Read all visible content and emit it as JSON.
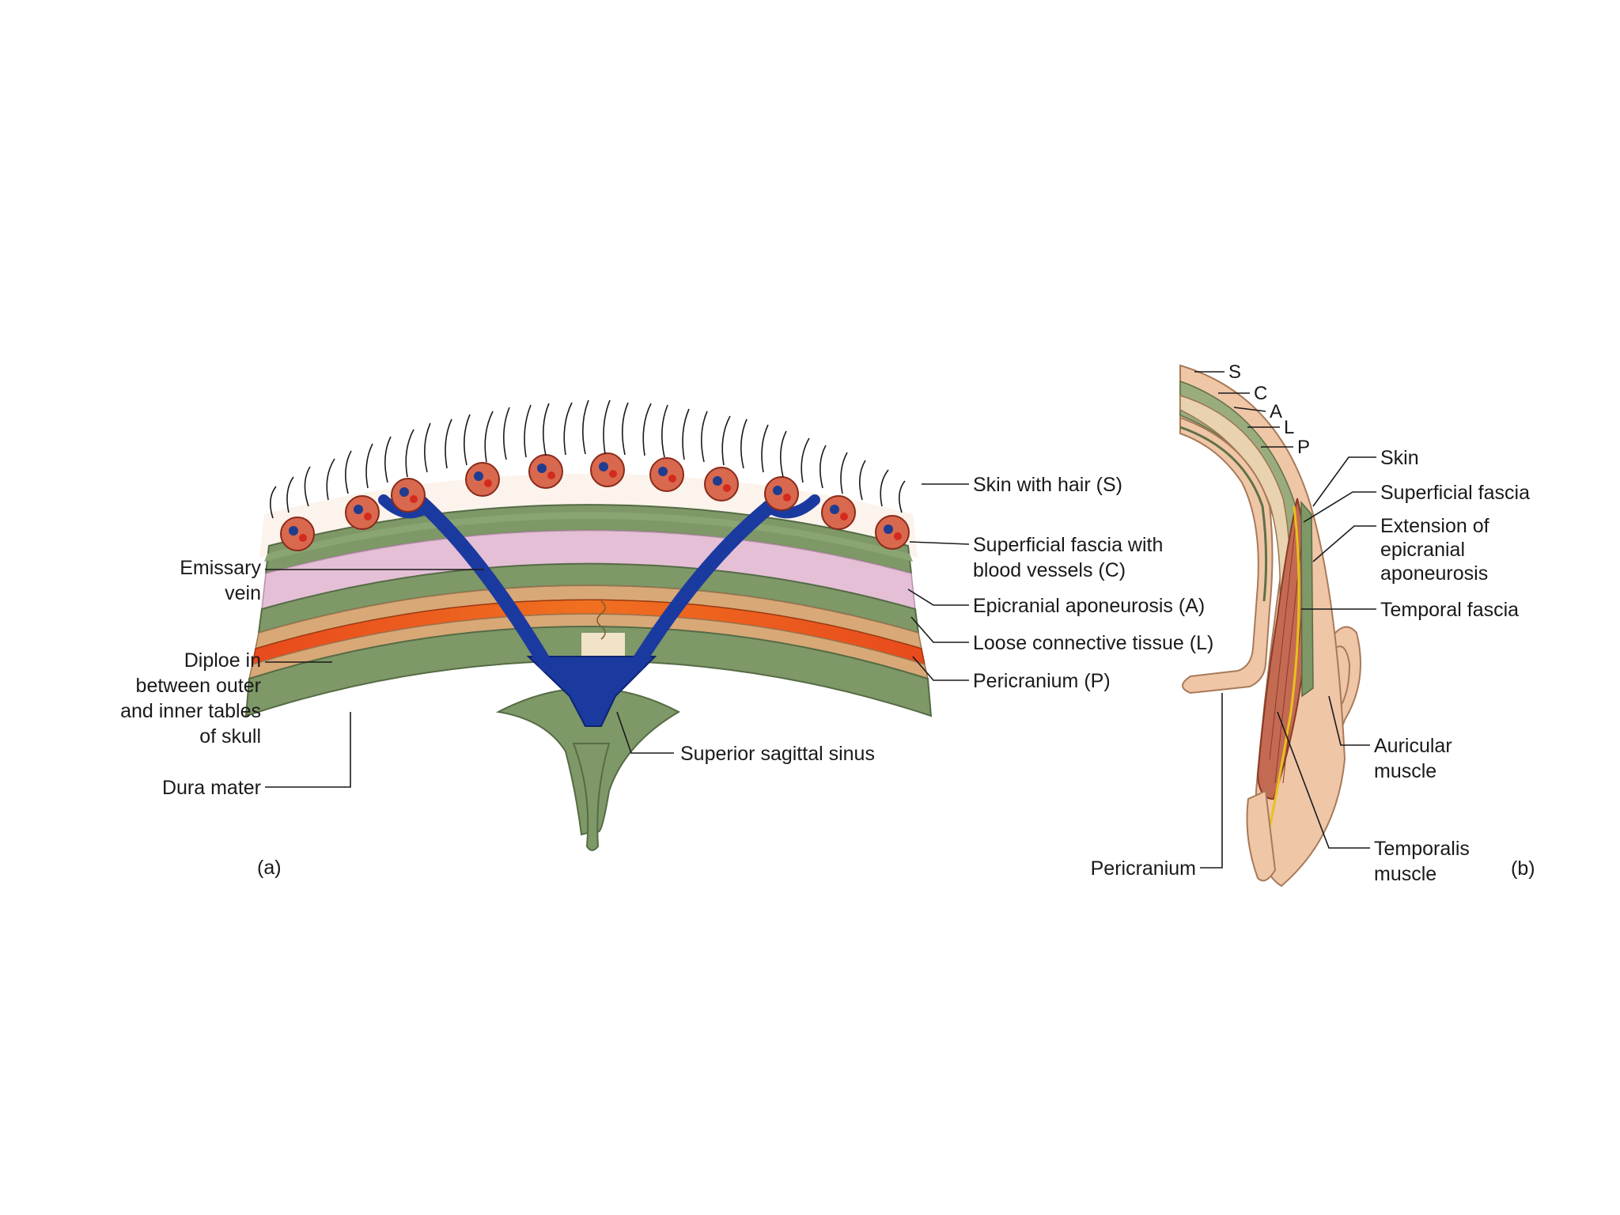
{
  "panel_a": {
    "caption": "(a)",
    "right_labels": {
      "skin": "Skin with hair (S)",
      "fascia_1": "Superficial fascia with",
      "fascia_2": "blood vessels (C)",
      "aponeurosis": "Epicranial aponeurosis (A)",
      "loose": "Loose connective tissue (L)",
      "pericranium": "Pericranium (P)"
    },
    "left_labels": {
      "emissary_1": "Emissary",
      "emissary_2": "vein",
      "diploe_1": "Diploe in",
      "diploe_2": "between outer",
      "diploe_3": "and inner tables",
      "diploe_4": "of skull",
      "dura": "Dura mater"
    },
    "bottom_label": "Superior sagittal sinus"
  },
  "panel_b": {
    "caption": "(b)",
    "letters": {
      "s": "S",
      "c": "C",
      "a": "A",
      "l": "L",
      "p": "P"
    },
    "labels": {
      "skin": "Skin",
      "superficial": "Superficial fascia",
      "ext_1": "Extension of",
      "ext_2": "epicranial",
      "ext_3": "aponeurosis",
      "temporal_fascia": "Temporal fascia",
      "auricular_1": "Auricular",
      "auricular_2": "muscle",
      "temporalis_1": "Temporalis",
      "temporalis_2": "muscle",
      "pericranium": "Pericranium"
    }
  },
  "colors": {
    "skin": "#f2c4c2",
    "fascia": "#faf2ea",
    "vessel_node": "#d9694e",
    "artery": "#d42a1e",
    "vein": "#1f3c8f",
    "aponeurosis": "#7b9565",
    "loose_tissue": "#e6c0d8",
    "pericranium": "#7b9565",
    "bone": "#d9a877",
    "diploe": "#e0461c",
    "dura": "#7b9565",
    "emissary_vein": "#1a3ea0",
    "muscle": "#c76a55",
    "ear": "#efc6a6",
    "yellow_line": "#e8c21a"
  }
}
